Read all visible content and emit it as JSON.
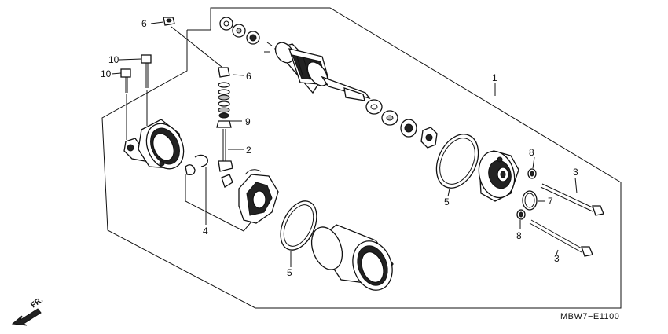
{
  "callouts": {
    "c1": "1",
    "c2": "2",
    "c3a": "3",
    "c3b": "3",
    "c4": "4",
    "c5a": "5",
    "c5b": "5",
    "c6a": "6",
    "c6b": "6",
    "c7": "7",
    "c8a": "8",
    "c8b": "8",
    "c9": "9",
    "c10a": "10",
    "c10b": "10"
  },
  "diagram_code": "MBW7−E1100",
  "direction_label": "FR.",
  "icons": {
    "direction_arrow": "front-direction-arrow-icon"
  }
}
